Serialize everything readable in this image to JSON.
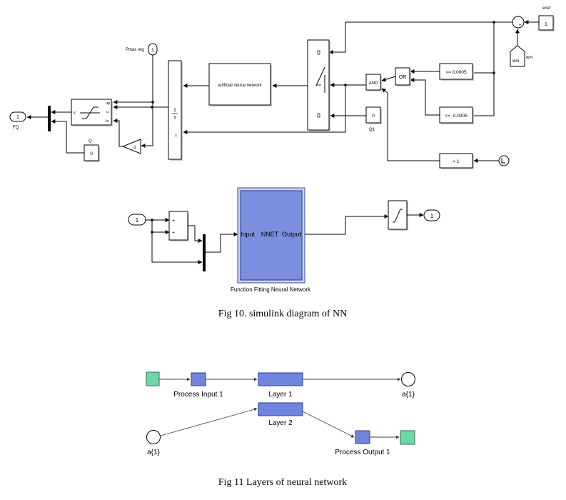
{
  "fig1": {
    "wref_label": "wref",
    "wref_value": "1",
    "wm_label": "wm",
    "cmp_ge": ">= 0.0005",
    "cmp_le": "<= -0.0005",
    "or_label": "OR",
    "and_label": "AND",
    "q1_value": "0",
    "q1_label": "Q1",
    "cmp_gt1": "> 1",
    "ann_label": "artificial neural network",
    "switch_label": ">=",
    "integrator_top": "1",
    "integrator_bottom": "s",
    "pmax_label": "Pmax reg",
    "pmax_value": "1",
    "limit_up": "up",
    "limit_u": "u",
    "limit_lo": "lo",
    "limit_y": "y",
    "gain_value": "-1",
    "q_label": "Q",
    "q_value": "0",
    "out_value": "1",
    "out_label": "FQ",
    "sum_minus": "-",
    "sum_plus": "+"
  },
  "fig2": {
    "in_value": "1",
    "sum_plus1": "+",
    "sum_plus2": "+",
    "nn_input": "Input",
    "nn_title": "NNET",
    "nn_output": "Output",
    "nn_caption": "Function Fitting Neural Network",
    "out_value": "1"
  },
  "caption1": "Fig 10. simulink diagram of NN",
  "fig3": {
    "process_input": "Process Input 1",
    "layer1": "Layer 1",
    "a1_top": "a{1}",
    "layer2": "Layer 2",
    "a1_bottom": "a{1}",
    "process_output": "Process Output 1"
  },
  "caption2": "Fig 11 Layers of neural network",
  "colors": {
    "nnet_block": "#7b8fde",
    "layer_block": "#6f84de",
    "io_block": "#6fd6a8"
  }
}
